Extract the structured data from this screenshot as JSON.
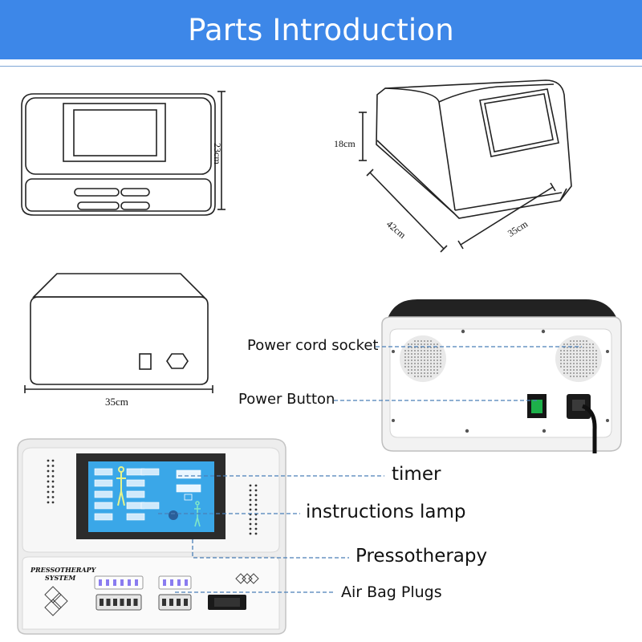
{
  "header": {
    "title": "Parts Introduction"
  },
  "dimensions": {
    "front_height": "23cm",
    "side_height": "18cm",
    "side_depth": "42cm",
    "side_width": "35cm",
    "back_width": "35cm"
  },
  "callouts": {
    "power_cord_socket": "Power cord socket",
    "power_button": "Power Button",
    "timer": "timer",
    "instructions_lamp": "instructions lamp",
    "pressotherapy": "Pressotherapy",
    "air_bag_plugs": "Air Bag Plugs"
  },
  "device": {
    "brand_line1": "PRESSOTHERAPY",
    "brand_line2": "SYSTEM"
  },
  "colors": {
    "header_bg": "#3d87e8",
    "leader_line": "#4a7fb8",
    "screen_bg": "#3aa7e8",
    "switch_green": "#1db04a"
  }
}
